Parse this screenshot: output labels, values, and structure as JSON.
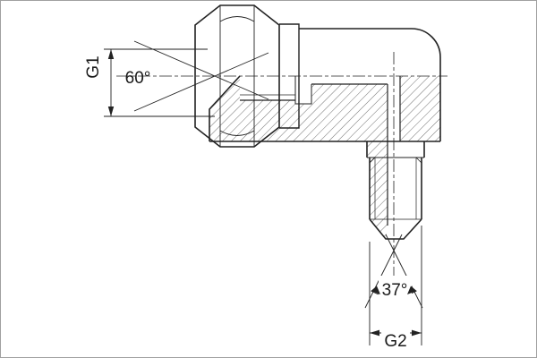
{
  "labels": {
    "port1_thread": "G1",
    "seat_angle": "60°",
    "flare_angle": "37°",
    "port2_thread": "G2"
  },
  "colors": {
    "background": "#ffffff",
    "line": "#222222",
    "border": "#a0a0a0"
  }
}
